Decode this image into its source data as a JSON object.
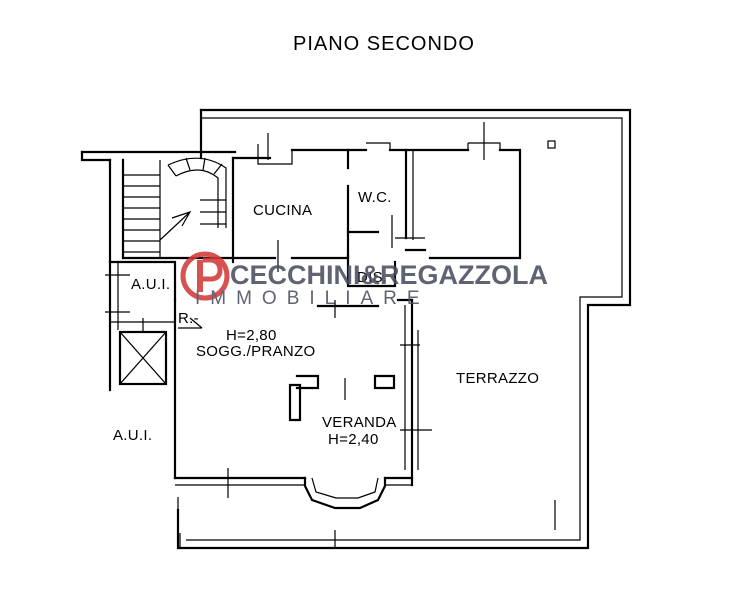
{
  "title": "PIANO SECONDO",
  "rooms": {
    "cucina": "CUCINA",
    "wc": "W.C.",
    "dis": "DIS.",
    "aui_top": "A.U.I.",
    "aui_left": "A.U.I.",
    "r": "R.-",
    "soggiorno_height": "H=2,80",
    "soggiorno": "SOGG./PRANZO",
    "terrazzo": "TERRAZZO",
    "veranda": "VERANDA",
    "veranda_height": "H=2,40"
  },
  "watermark": {
    "brand": "CECCHINI&REGAZZOLA",
    "sub": "IMMOBILIARE",
    "accent_color": "#d23a3a",
    "text_color": "#4a4f60"
  }
}
